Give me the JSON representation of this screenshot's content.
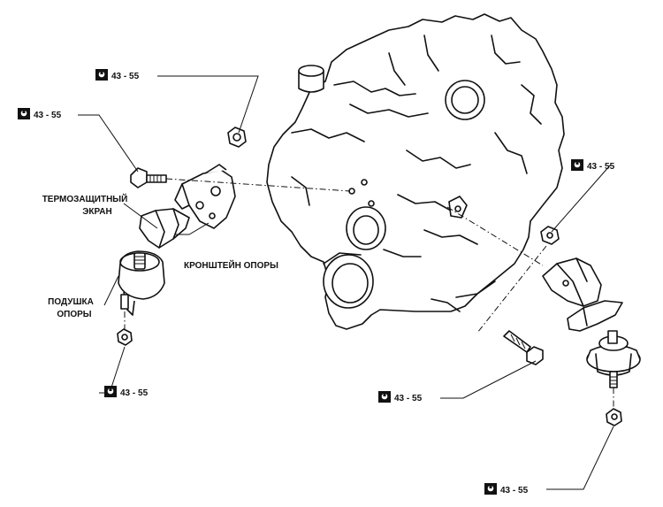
{
  "labels": {
    "heat_shield_line1": "ТЕРМОЗАЩИТНЫЙ",
    "heat_shield_line2": "ЭКРАН",
    "bracket": "КРОНШТЕЙН ОПОРЫ",
    "mount_line1": "ПОДУШКА",
    "mount_line2": "ОПОРЫ"
  },
  "torque": [
    {
      "value": "43 - 55",
      "icon": "torque-wrench-icon"
    },
    {
      "value": "43 - 55",
      "icon": "torque-wrench-icon"
    },
    {
      "value": "43 - 55",
      "icon": "torque-wrench-icon"
    },
    {
      "value": "43 - 55",
      "icon": "torque-wrench-icon"
    },
    {
      "value": "43 - 55",
      "icon": "torque-wrench-icon"
    },
    {
      "value": "43 - 55",
      "icon": "torque-wrench-icon"
    }
  ]
}
